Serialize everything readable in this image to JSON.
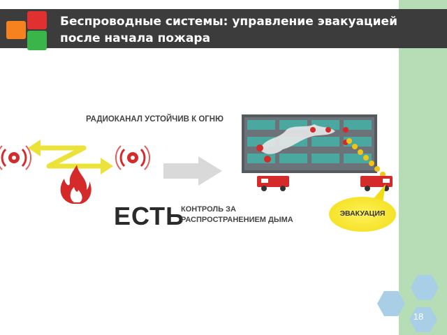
{
  "slide": {
    "title": "Беспроводные системы: управление эвакуацией после начала пожара",
    "page_number": "18"
  },
  "figure": {
    "radio_label": "РАДИОКАНАЛ УСТОЙЧИВ К ОГНЮ",
    "status_word": "ЕСТЬ",
    "smoke_control_label": "КОНТРОЛЬ ЗА РАСПРОСТРАНЕНИЕМ ДЫМА",
    "evacuation_label": "ЭВАКУАЦИЯ"
  },
  "colors": {
    "accent_green": "#b6ddb6",
    "title_band": "#3c3c3c",
    "logo_red": "#e03030",
    "logo_orange": "#f5821f",
    "logo_green": "#39b54a",
    "hex_blue": "#a9cfe6",
    "arrow_yellow": "#ece33a",
    "evac_yellow": "#f2dc14"
  },
  "icons": [
    "alarm-icon",
    "fire-icon",
    "fire-truck-icon",
    "arrow-right-icon",
    "building-icon"
  ]
}
